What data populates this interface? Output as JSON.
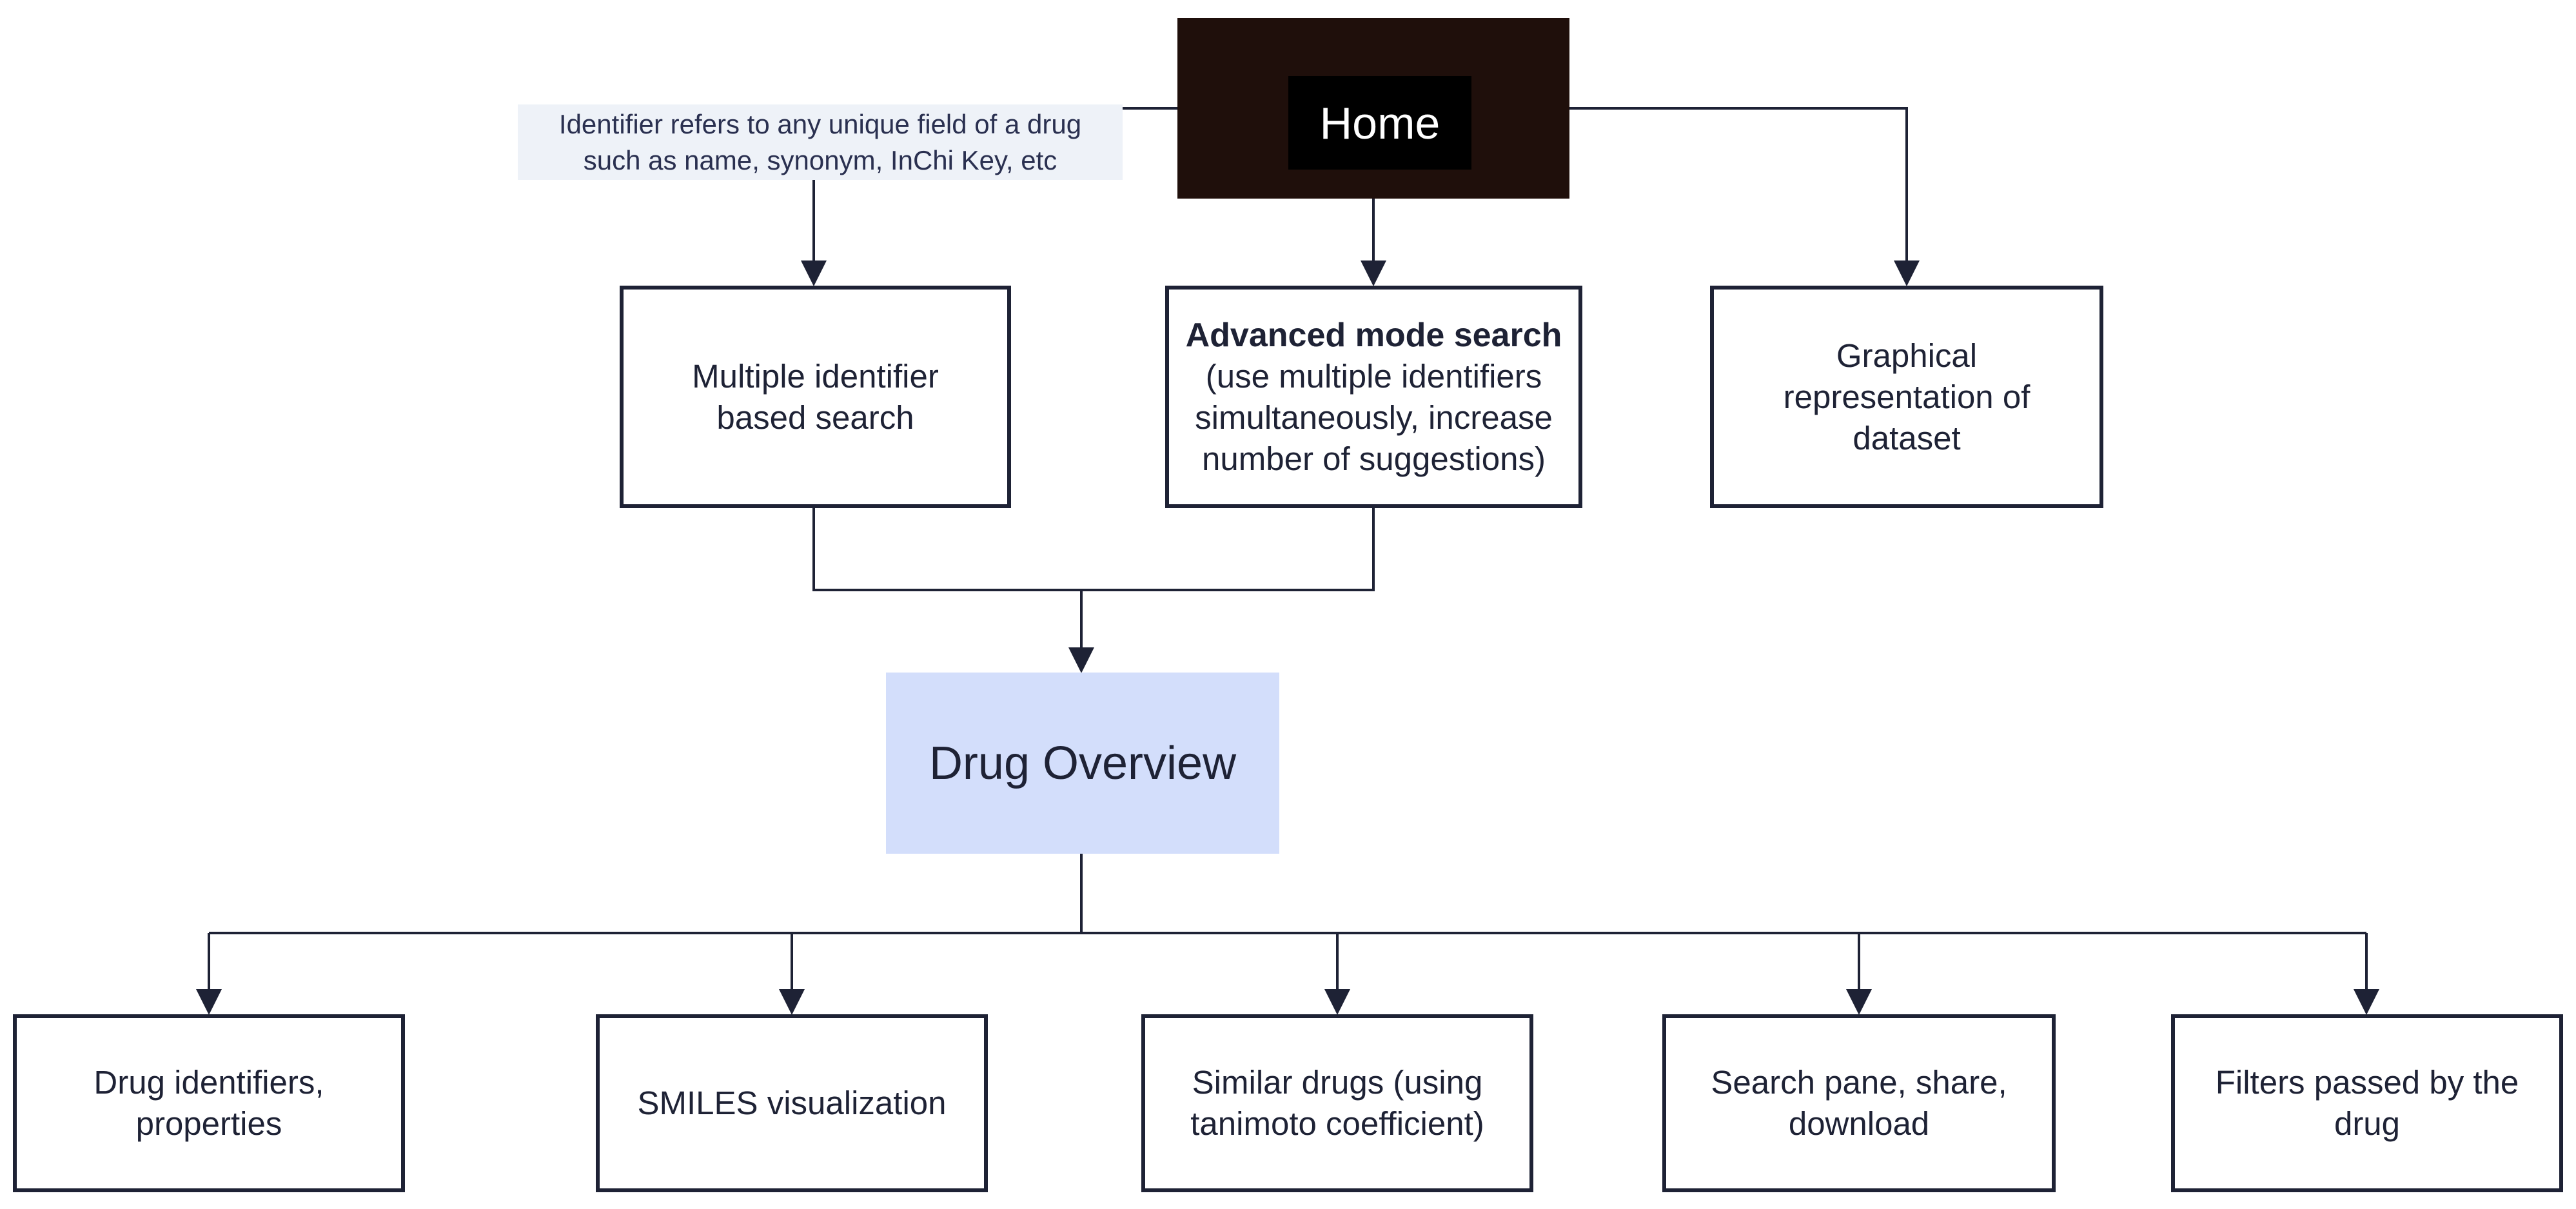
{
  "home": {
    "label": "Home"
  },
  "note": {
    "line1": "Identifier refers to any unique field of a drug",
    "line2": "such as name, synonym, InChi Key, etc"
  },
  "search_modes": {
    "multiple_identifier": {
      "line1": "Multiple identifier",
      "line2": "based search"
    },
    "advanced": {
      "title": "Advanced mode search",
      "line1": "(use multiple identifiers",
      "line2": "simultaneously, increase",
      "line3": "number of suggestions)"
    },
    "graphical": {
      "line1": "Graphical",
      "line2": "representation of",
      "line3": "dataset"
    }
  },
  "overview": {
    "label": "Drug Overview"
  },
  "features": [
    {
      "line1": "Drug identifiers,",
      "line2": "properties"
    },
    {
      "line1": "SMILES visualization"
    },
    {
      "line1": "Similar drugs (using",
      "line2": "tanimoto coefficient)"
    },
    {
      "line1": "Search pane, share,",
      "line2": "download"
    },
    {
      "line1": "Filters passed by the",
      "line2": "drug"
    }
  ],
  "colors": {
    "line": "#1e2235",
    "home_background": "#1f0f0b",
    "home_label_background": "#000000",
    "overview_background": "#d3defb",
    "note_background": "#eef2f8"
  }
}
